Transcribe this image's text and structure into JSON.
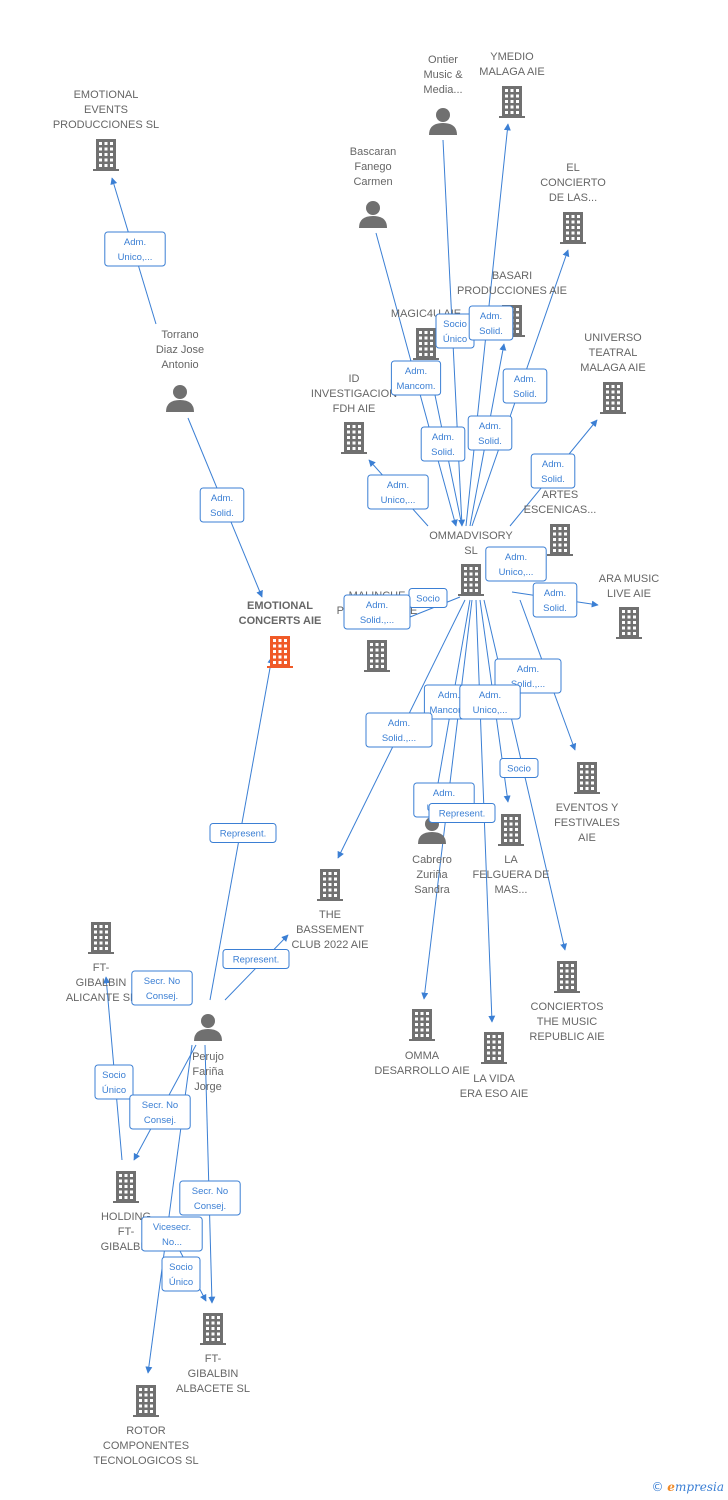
{
  "colors": {
    "edge": "#3b7fd4",
    "node": "#707070",
    "main_node": "#f05a28",
    "text": "#666666"
  },
  "nodes": [
    {
      "id": "emotional_events",
      "type": "company",
      "lines": [
        "EMOTIONAL",
        "EVENTS",
        "PRODUCCIONES SL"
      ]
    },
    {
      "id": "torrano",
      "type": "person",
      "lines": [
        "Torrano",
        "Diaz Jose",
        "Antonio"
      ]
    },
    {
      "id": "emotional_concerts",
      "type": "company",
      "main": true,
      "lines": [
        "EMOTIONAL",
        "CONCERTS AIE"
      ]
    },
    {
      "id": "ontier",
      "type": "person",
      "lines": [
        "Ontier",
        "Music &",
        "Media..."
      ]
    },
    {
      "id": "ymedio",
      "type": "company",
      "lines": [
        "YMEDIO",
        "MALAGA AIE"
      ]
    },
    {
      "id": "bascaran",
      "type": "person",
      "lines": [
        "Bascaran",
        "Fanego",
        "Carmen"
      ]
    },
    {
      "id": "el_concierto",
      "type": "company",
      "lines": [
        "EL",
        "CONCIERTO",
        "DE LAS..."
      ]
    },
    {
      "id": "basari",
      "type": "company",
      "lines": [
        "BASARI",
        "PRODUCCIONES AIE"
      ]
    },
    {
      "id": "magic4u",
      "type": "company",
      "lines": [
        "MAGIC4U AIE"
      ]
    },
    {
      "id": "universo",
      "type": "company",
      "lines": [
        "UNIVERSO",
        "TEATRAL",
        "MALAGA AIE"
      ]
    },
    {
      "id": "id_investigacion",
      "type": "company",
      "lines": [
        "ID",
        "INVESTIGACION",
        "FDH  AIE"
      ]
    },
    {
      "id": "artes",
      "type": "company",
      "lines": [
        "ARTES",
        "ESCENICAS..."
      ]
    },
    {
      "id": "ommadvisory",
      "type": "company",
      "lines": [
        "OMMADVISORY",
        "SL"
      ]
    },
    {
      "id": "ara_music",
      "type": "company",
      "lines": [
        "ARA MUSIC",
        "LIVE AIE"
      ]
    },
    {
      "id": "malinche",
      "type": "company",
      "lines": [
        "MALINCHE",
        "PELICULAS AIE"
      ]
    },
    {
      "id": "eventos",
      "type": "company",
      "lines": [
        "EVENTOS Y",
        "FESTIVALES",
        "AIE"
      ]
    },
    {
      "id": "cabrero",
      "type": "person",
      "lines": [
        "Cabrero",
        "Zuriña",
        "Sandra"
      ]
    },
    {
      "id": "la_felguera",
      "type": "company",
      "lines": [
        "LA",
        "FELGUERA DE",
        "MAS..."
      ]
    },
    {
      "id": "bassement",
      "type": "company",
      "lines": [
        "THE",
        "BASSEMENT",
        "CLUB 2022 AIE"
      ]
    },
    {
      "id": "conciertos",
      "type": "company",
      "lines": [
        "CONCIERTOS",
        "THE MUSIC",
        "REPUBLIC AIE"
      ]
    },
    {
      "id": "omma",
      "type": "company",
      "lines": [
        "OMMA",
        "DESARROLLO AIE"
      ]
    },
    {
      "id": "la_vida",
      "type": "company",
      "lines": [
        "LA VIDA",
        "ERA ESO AIE"
      ]
    },
    {
      "id": "ft_alicante",
      "type": "company",
      "lines": [
        "FT-",
        "GIBALBIN",
        "ALICANTE  SL"
      ]
    },
    {
      "id": "perujo",
      "type": "person",
      "lines": [
        "Perujo",
        "Fariña",
        "Jorge"
      ]
    },
    {
      "id": "holding",
      "type": "company",
      "lines": [
        "HOLDING",
        "FT-",
        "GIBALBIN"
      ]
    },
    {
      "id": "ft_albacete",
      "type": "company",
      "lines": [
        "FT-",
        "GIBALBIN",
        "ALBACETE  SL"
      ]
    },
    {
      "id": "rotor",
      "type": "company",
      "lines": [
        "ROTOR",
        "COMPONENTES",
        "TECNOLOGICOS SL"
      ]
    }
  ],
  "relations": [
    {
      "id": "r1",
      "lines": [
        "Adm.",
        "Unico,..."
      ]
    },
    {
      "id": "r2",
      "lines": [
        "Adm.",
        "Solid."
      ]
    },
    {
      "id": "r3",
      "lines": [
        "Socio",
        "Único"
      ]
    },
    {
      "id": "r4",
      "lines": [
        "Adm.",
        "Solid."
      ]
    },
    {
      "id": "r5",
      "lines": [
        "Adm.",
        "Mancom."
      ]
    },
    {
      "id": "r6",
      "lines": [
        "Adm.",
        "Solid."
      ]
    },
    {
      "id": "r7",
      "lines": [
        "Adm.",
        "Solid."
      ]
    },
    {
      "id": "r8",
      "lines": [
        "Adm.",
        "Solid."
      ]
    },
    {
      "id": "r9",
      "lines": [
        "Adm.",
        "Unico,..."
      ]
    },
    {
      "id": "r10",
      "lines": [
        "Adm.",
        "Solid."
      ]
    },
    {
      "id": "r11",
      "lines": [
        "Adm.",
        "Unico,..."
      ]
    },
    {
      "id": "r12",
      "lines": [
        "Socio"
      ]
    },
    {
      "id": "r13",
      "lines": [
        "Adm.",
        "Solid.,..."
      ]
    },
    {
      "id": "r14",
      "lines": [
        "Adm.",
        "Solid."
      ]
    },
    {
      "id": "r15",
      "lines": [
        "Adm.",
        "Solid.,..."
      ]
    },
    {
      "id": "r16",
      "lines": [
        "Adm.",
        "Mancom."
      ]
    },
    {
      "id": "r17",
      "lines": [
        "Adm.",
        "Unico,..."
      ]
    },
    {
      "id": "r18",
      "lines": [
        "Adm.",
        "Solid.,..."
      ]
    },
    {
      "id": "r19",
      "lines": [
        "Socio"
      ]
    },
    {
      "id": "r20",
      "lines": [
        "Adm.",
        "Unico,..."
      ]
    },
    {
      "id": "r21",
      "lines": [
        "Represent."
      ]
    },
    {
      "id": "r22",
      "lines": [
        "Represent."
      ]
    },
    {
      "id": "r23",
      "lines": [
        "Represent."
      ]
    },
    {
      "id": "r24",
      "lines": [
        "Secr.  No",
        "Consej."
      ]
    },
    {
      "id": "r25",
      "lines": [
        "Socio",
        "Único"
      ]
    },
    {
      "id": "r26",
      "lines": [
        "Secr.  No",
        "Consej."
      ]
    },
    {
      "id": "r27",
      "lines": [
        "Secr.  No",
        "Consej."
      ]
    },
    {
      "id": "r28",
      "lines": [
        "Vicesecr.",
        "No..."
      ]
    },
    {
      "id": "r29",
      "lines": [
        "Socio",
        "Único"
      ]
    }
  ],
  "footer": {
    "copyright": "©",
    "brand_initial": "e",
    "brand_rest": "mpresia"
  }
}
